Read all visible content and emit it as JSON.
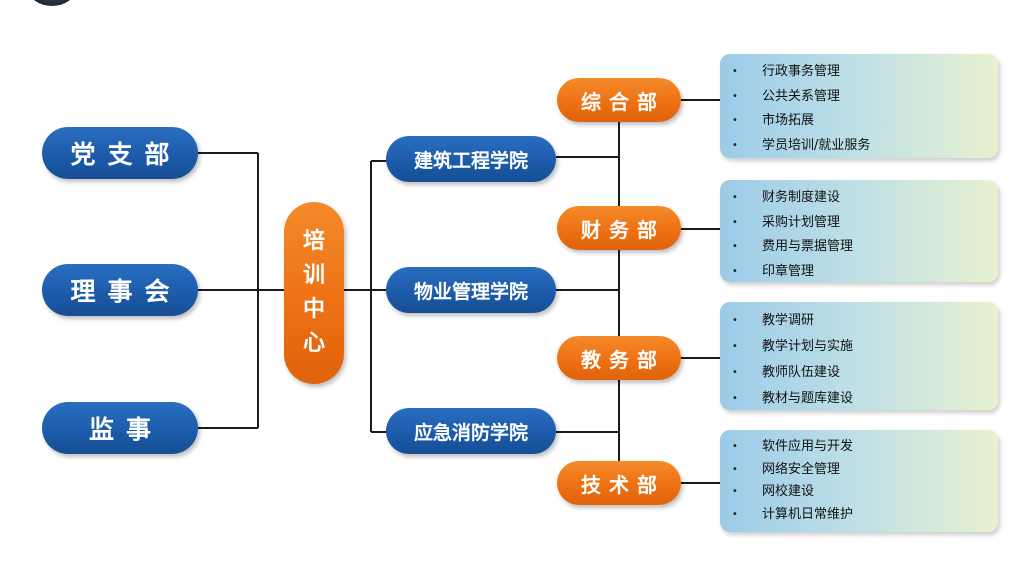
{
  "left_nodes": [
    {
      "label": "党支部"
    },
    {
      "label": "理事会"
    },
    {
      "label": "监事"
    }
  ],
  "center": {
    "label": "培训中心",
    "chars": [
      "培",
      "训",
      "中",
      "心"
    ]
  },
  "colleges": [
    {
      "label": "建筑工程学院"
    },
    {
      "label": "物业管理学院"
    },
    {
      "label": "应急消防学院"
    }
  ],
  "departments": [
    {
      "label": "综合部",
      "duties": [
        "行政事务管理",
        "公共关系管理",
        "市场拓展",
        "学员培训/就业服务"
      ]
    },
    {
      "label": "财务部",
      "duties": [
        "财务制度建设",
        "采购计划管理",
        "费用与票据管理",
        "印章管理"
      ]
    },
    {
      "label": "教务部",
      "duties": [
        "教学调研",
        "教学计划与实施",
        "教师队伍建设",
        "教材与题库建设"
      ]
    },
    {
      "label": "技术部",
      "duties": [
        "软件应用与开发",
        "网络安全管理",
        "网校建设",
        "计算机日常维护"
      ]
    }
  ],
  "colors": {
    "blue": "#1b5aa8",
    "orange": "#ec6f12",
    "line": "#1a1a1a"
  },
  "bullet": "•"
}
